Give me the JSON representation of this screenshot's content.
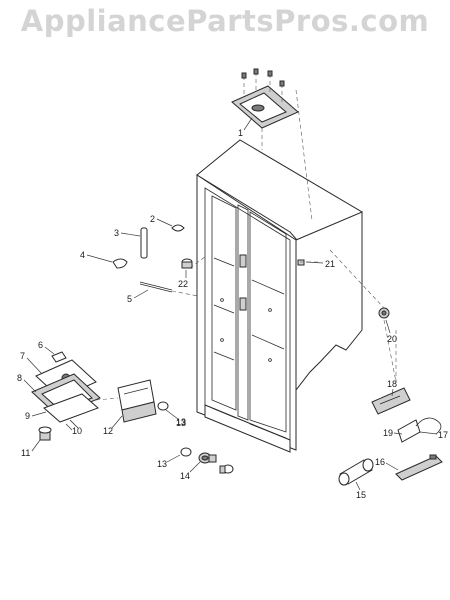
{
  "watermark": "AppliancePartsPros.com",
  "callouts": [
    "1",
    "2",
    "3",
    "4",
    "5",
    "6",
    "7",
    "8",
    "9",
    "10",
    "11",
    "12",
    "13",
    "13",
    "13",
    "14",
    "15",
    "16",
    "17",
    "18",
    "19",
    "20",
    "21",
    "22"
  ]
}
